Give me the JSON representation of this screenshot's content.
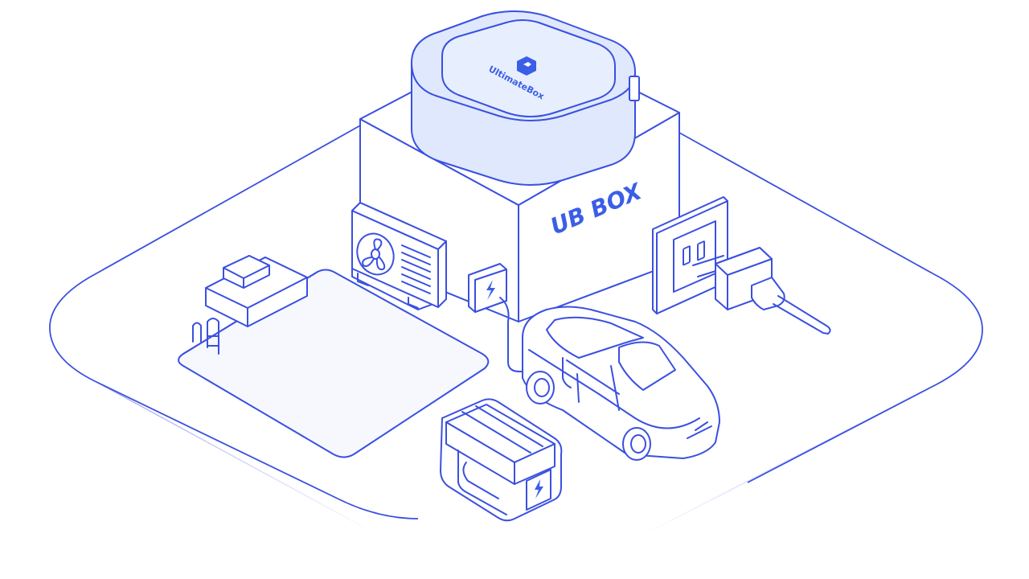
{
  "illustration": {
    "box_label": "UB BOX",
    "logo_text": "UltimateBox",
    "colors": {
      "line": "#3a50e0",
      "lid_fill": "#dfe8fd",
      "lid_top_fill": "#e7effe",
      "accent": "#3b5ee6",
      "background": "#ffffff"
    },
    "icons": [
      "ub-box",
      "router-lid",
      "air-conditioner",
      "wall-charger",
      "electric-car",
      "power-outlet",
      "power-plug",
      "swimming-pool",
      "pool-pump",
      "pool-ladder",
      "power-generator"
    ]
  }
}
